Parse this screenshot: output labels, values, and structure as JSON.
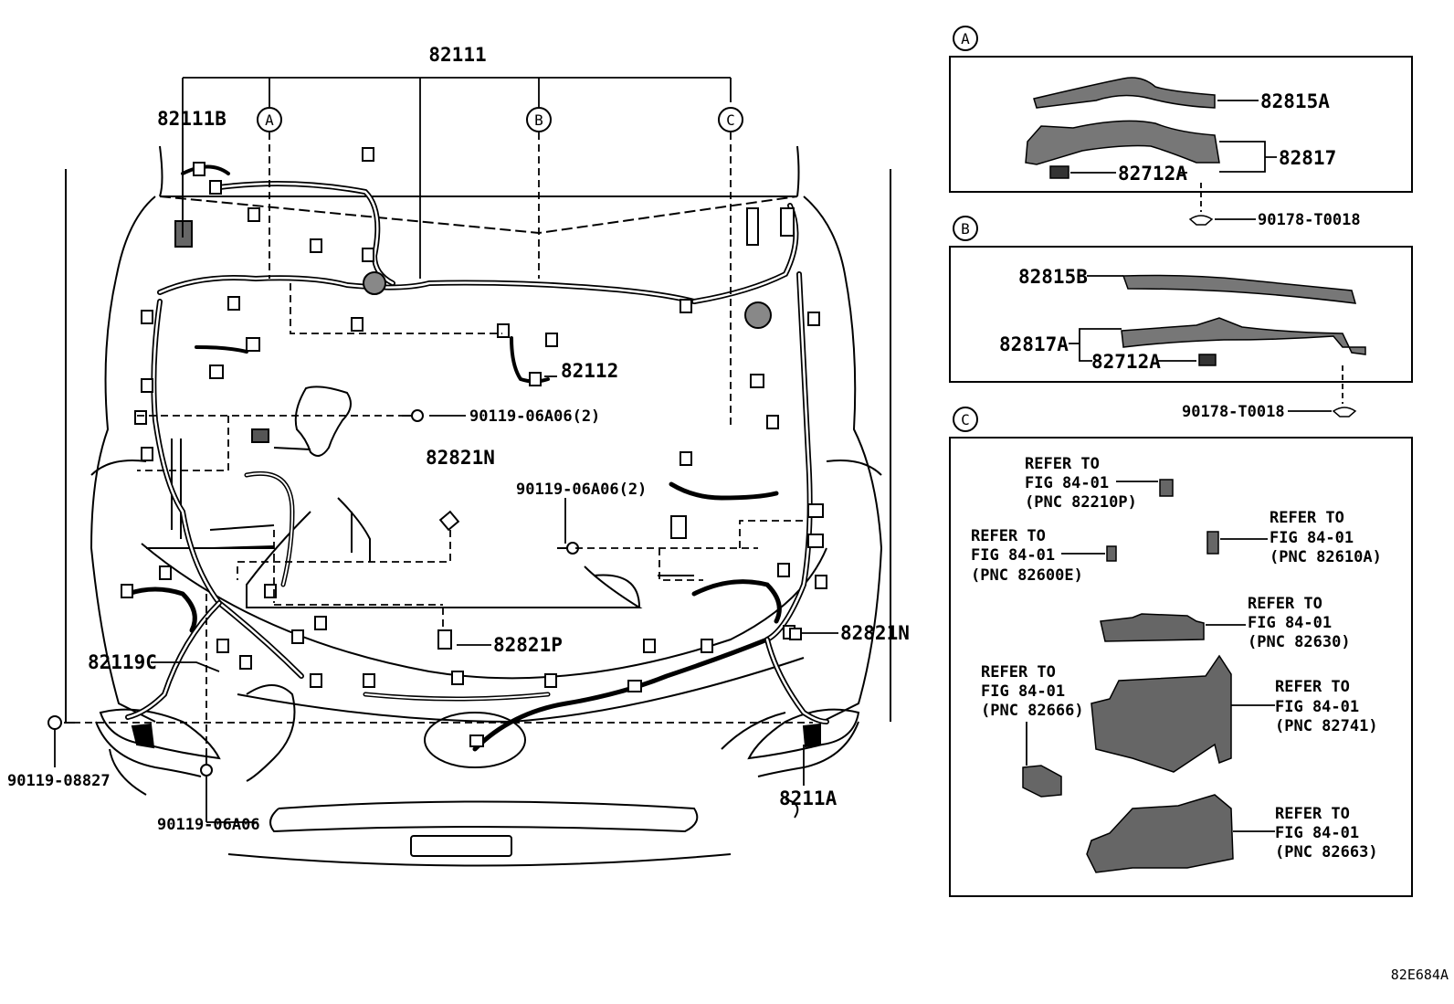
{
  "main": {
    "top_part": "82111",
    "callout_a": "A",
    "callout_b": "B",
    "callout_c": "C",
    "parts": {
      "p82111B": "82111B",
      "p82112": "82112",
      "p82821N_center": "82821N",
      "p82821P": "82821P",
      "p82821N_right": "82821N",
      "p82119C": "82119C",
      "p8211A": "8211A",
      "bolt_upper": "90119-06A06(2)",
      "bolt_mid": "90119-06A06(2)",
      "bolt_left": "90119-08827",
      "bolt_bottom": "90119-06A06"
    }
  },
  "panel_a": {
    "tag": "A",
    "p1": "82815A",
    "p2": "82817",
    "p3": "82712A",
    "fastener": "90178-T0018"
  },
  "panel_b": {
    "tag": "B",
    "p1": "82815B",
    "p2": "82817A",
    "p3": "82712A",
    "fastener": "90178-T0018"
  },
  "panel_c": {
    "tag": "C",
    "refs": [
      {
        "l1": "REFER TO",
        "l2": "FIG 84-01",
        "l3": "(PNC 82210P)"
      },
      {
        "l1": "REFER TO",
        "l2": "FIG 84-01",
        "l3": "(PNC 82610A)"
      },
      {
        "l1": "REFER TO",
        "l2": "FIG 84-01",
        "l3": "(PNC 82600E)"
      },
      {
        "l1": "REFER TO",
        "l2": "FIG 84-01",
        "l3": "(PNC 82630)"
      },
      {
        "l1": "REFER TO",
        "l2": "FIG 84-01",
        "l3": "(PNC 82666)"
      },
      {
        "l1": "REFER TO",
        "l2": "FIG 84-01",
        "l3": "(PNC 82741)"
      },
      {
        "l1": "REFER TO",
        "l2": "FIG 84-01",
        "l3": "(PNC 82663)"
      }
    ]
  },
  "figure_id": "82E684A"
}
